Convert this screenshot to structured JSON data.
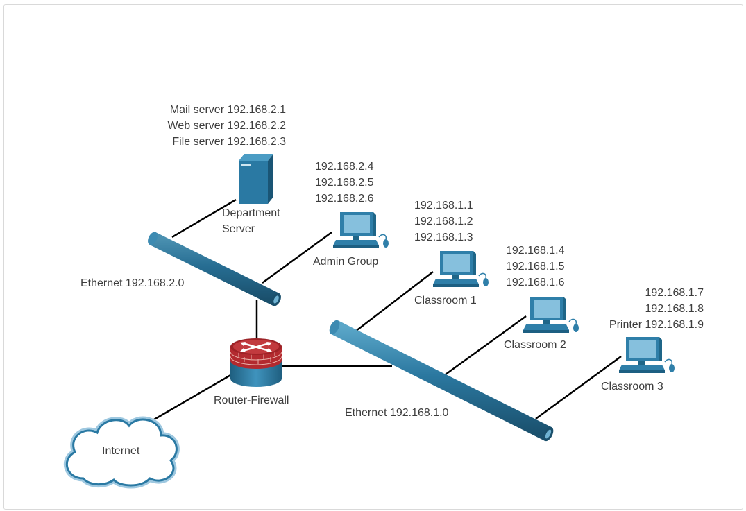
{
  "servers": {
    "lines": [
      "Mail server 192.168.2.1",
      "Web server 192.168.2.2",
      "File server 192.168.2.3"
    ],
    "device_label": [
      "Department",
      "Server"
    ]
  },
  "admin": {
    "ips": [
      "192.168.2.4",
      "192.168.2.5",
      "192.168.2.6"
    ],
    "label": "Admin Group"
  },
  "classroom1": {
    "ips": [
      "192.168.1.1",
      "192.168.1.2",
      "192.168.1.3"
    ],
    "label": "Classroom 1"
  },
  "classroom2": {
    "ips": [
      "192.168.1.4",
      "192.168.1.5",
      "192.168.1.6"
    ],
    "label": "Classroom 2"
  },
  "classroom3": {
    "ips": [
      "192.168.1.7",
      "192.168.1.8",
      "Printer 192.168.1.9"
    ],
    "label": "Classroom 3"
  },
  "ethernet_admin": "Ethernet 192.168.2.0",
  "ethernet_class": "Ethernet 192.168.1.0",
  "router": "Router-Firewall",
  "cloud": "Internet",
  "colors": {
    "device": "#2f7fa9",
    "device_dark": "#1d5f82",
    "router_red": "#c1272d",
    "link": "#000000",
    "text": "#3d3d3d"
  }
}
